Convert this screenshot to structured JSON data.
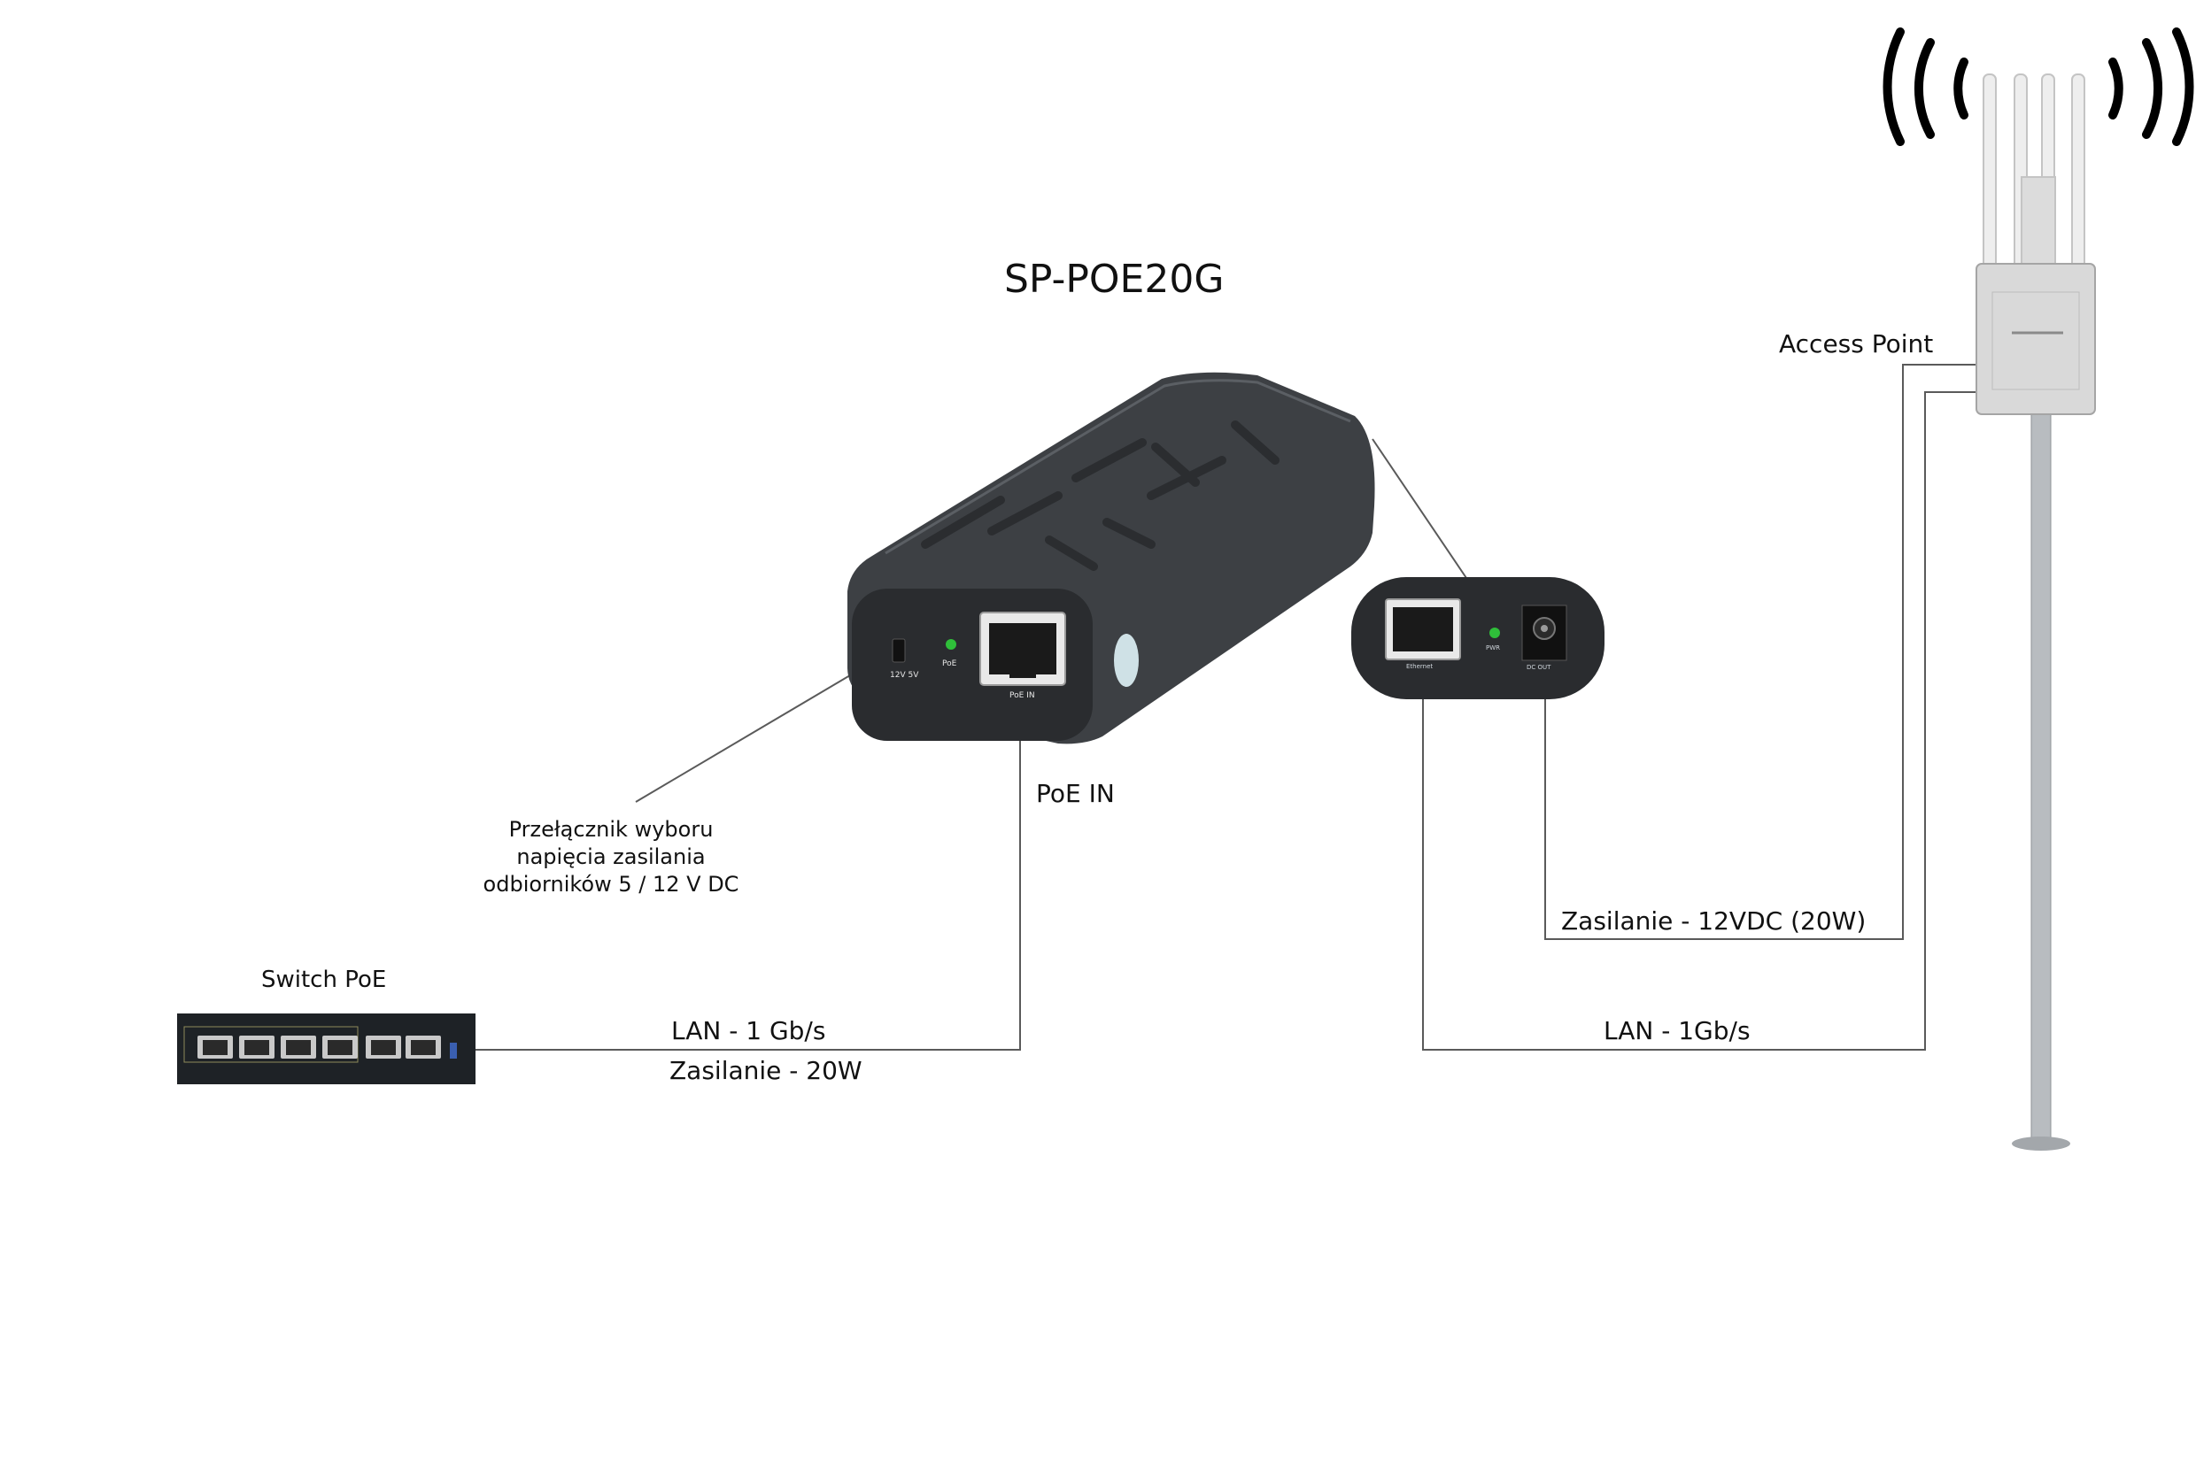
{
  "title": "SP-POE20G",
  "labels": {
    "poe_in": "PoE IN",
    "selector_note": [
      "Przełącznik wyboru",
      "napięcia zasilania",
      "odbiorników 5 / 12 V DC"
    ],
    "switch": "Switch PoE",
    "lan_left": "LAN - 1 Gb/s",
    "power_left": "Zasilanie - 20W",
    "power_right": "Zasilanie - 12VDC (20W)",
    "lan_right": "LAN - 1Gb/s",
    "access_point": "Access Point"
  },
  "device_markings": {
    "main_switch": "12V 5V",
    "main_led": "PoE",
    "main_port": "PoE IN",
    "out_port": "Ethernet",
    "out_led": "PWR",
    "out_dc": "DC OUT"
  },
  "colors": {
    "line": "#5a5a5a",
    "device_body": "#3d4044",
    "device_face": "#2a2c2f",
    "led": "#2fbf3a",
    "switch_body": "#1e2226",
    "mast": "#b8bcc0"
  },
  "icons": [
    "wifi-signal-icon",
    "rj45-port-icon",
    "dc-jack-icon",
    "led-indicator-icon"
  ]
}
